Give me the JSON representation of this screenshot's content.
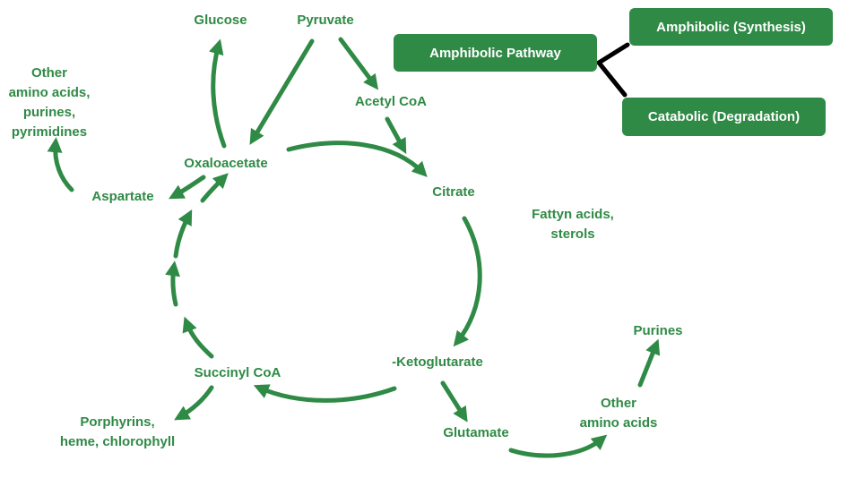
{
  "colors": {
    "accent": "#2f8a45",
    "connector": "#000000",
    "box_text": "#ffffff"
  },
  "legend": {
    "main": "Amphibolic Pathway",
    "synthesis": "Amphibolic (Synthesis)",
    "degradation": "Catabolic (Degradation)"
  },
  "nodes": {
    "glucose": "Glucose",
    "pyruvate": "Pyruvate",
    "acetyl_coa": "Acetyl CoA",
    "other_amino_acids_purines": "Other\namino acids,\npurines,\npyrimidines",
    "oxaloacetate": "Oxaloacetate",
    "aspartate": "Aspartate",
    "citrate": "Citrate",
    "fatty_acids": "Fattyn acids,\nsterols",
    "ketoglutarate": "-Ketoglutarate",
    "succinyl_coa": "Succinyl CoA",
    "purines": "Purines",
    "other_amino_acids": "Other\namino acids",
    "glutamate": "Glutamate",
    "porphyrins": "Porphyrins,\nheme, chlorophyll"
  }
}
